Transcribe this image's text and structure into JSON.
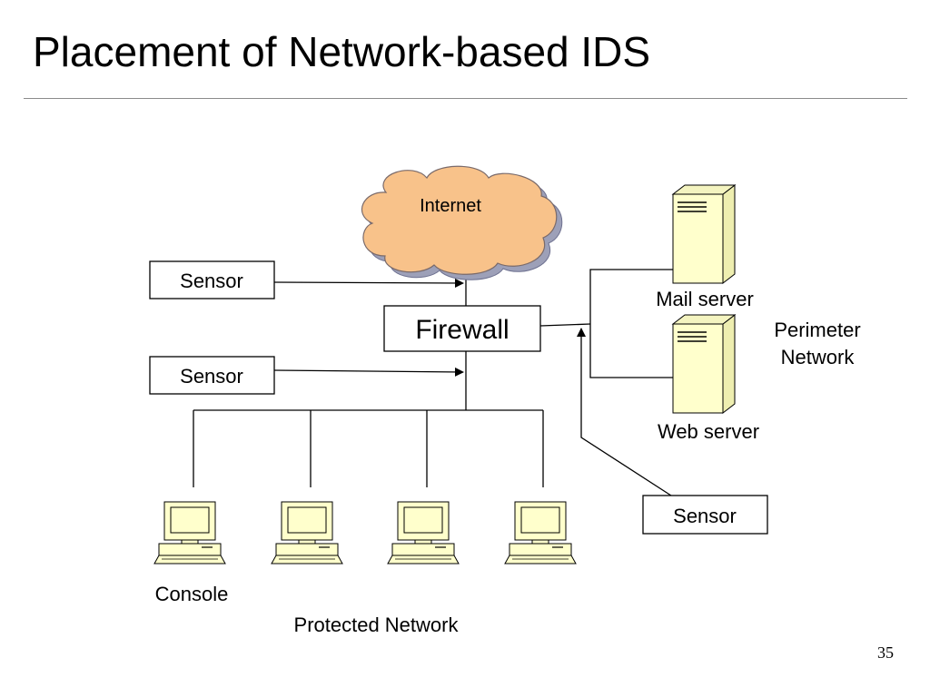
{
  "slide": {
    "title": "Placement of Network-based IDS",
    "page_number": "35"
  },
  "diagram": {
    "internet_label": "Internet",
    "firewall_label": "Firewall",
    "sensor_labels": [
      "Sensor",
      "Sensor",
      "Sensor"
    ],
    "mail_server_label": "Mail server",
    "web_server_label": "Web server",
    "perimeter_label_line1": "Perimeter",
    "perimeter_label_line2": "Network",
    "console_label": "Console",
    "protected_network_label": "Protected Network"
  },
  "colors": {
    "cloud_fill": "#f8c28a",
    "cloud_shadow": "#9da0b8",
    "server_fill": "#ffffcc",
    "server_side": "#eeeeb0",
    "computer_fill": "#ffffcc",
    "line": "#000000",
    "rule": "#8c8c8c"
  }
}
